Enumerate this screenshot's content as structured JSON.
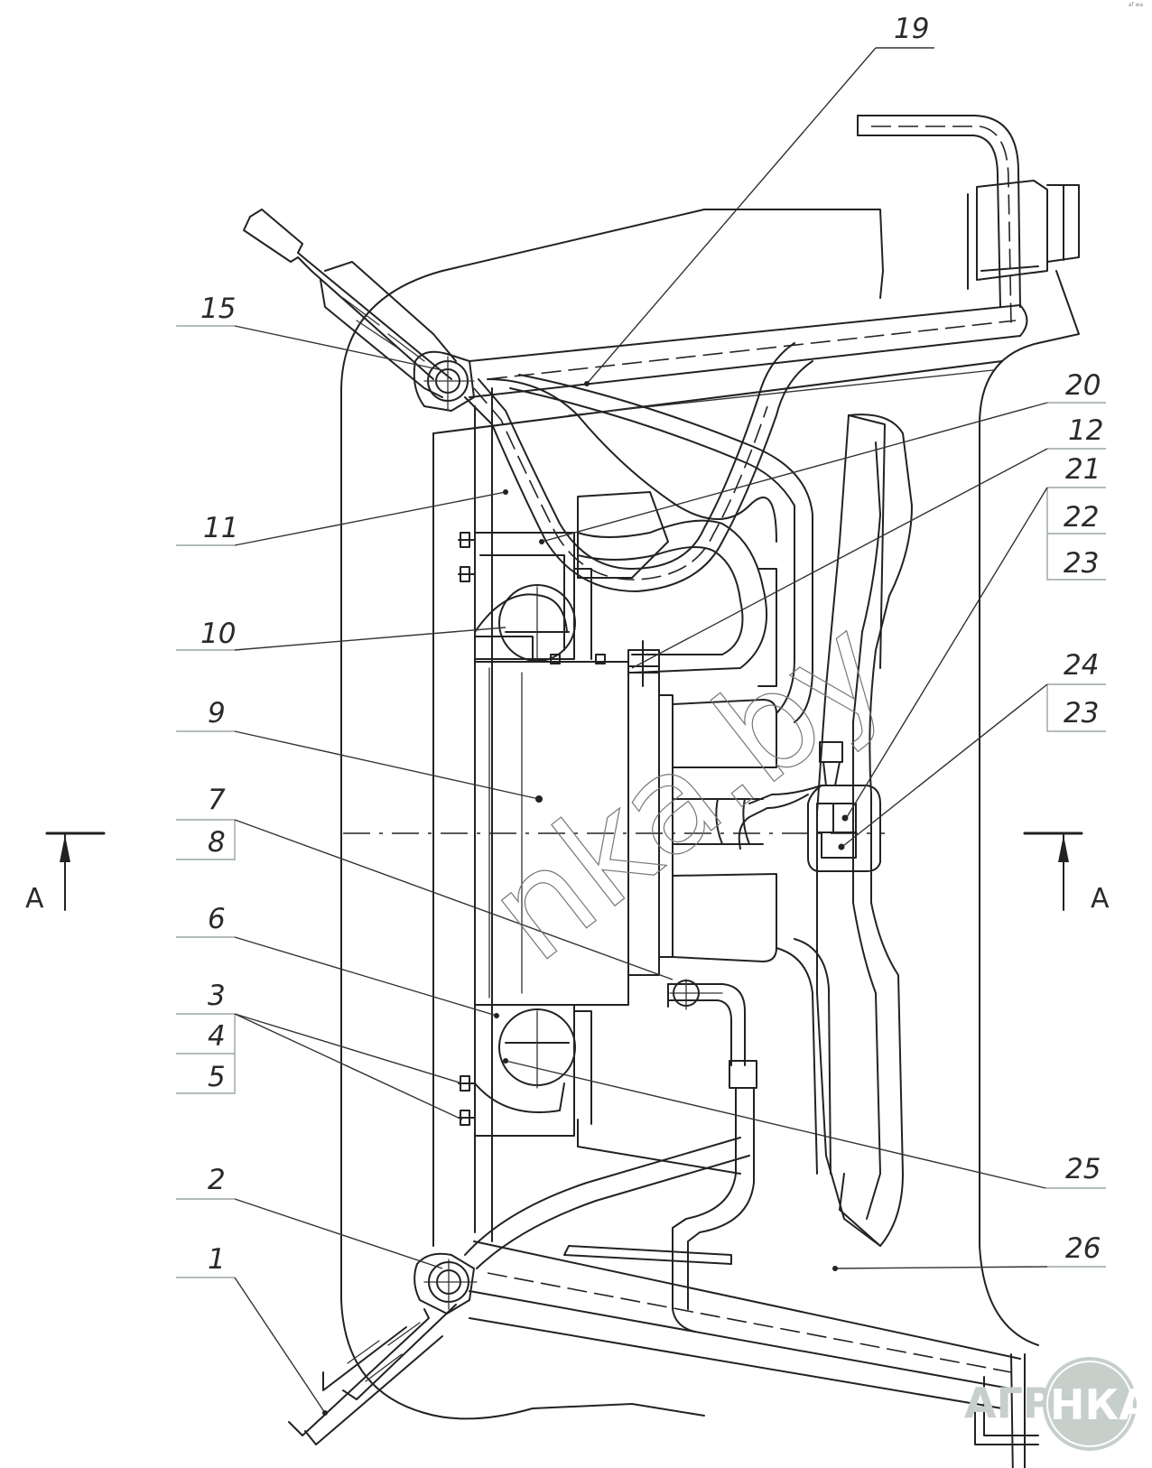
{
  "drawing": {
    "title": "Radiator and fan cooling unit assembly drawing",
    "section_marker": {
      "left_label": "A",
      "right_label": "A"
    },
    "callouts_left": [
      {
        "id": "15",
        "label": "15"
      },
      {
        "id": "11",
        "label": "11"
      },
      {
        "id": "10",
        "label": "10"
      },
      {
        "id": "9",
        "label": "9"
      },
      {
        "id": "7",
        "label": "7",
        "sub": "8"
      },
      {
        "id": "6",
        "label": "6"
      },
      {
        "id": "3",
        "label": "3",
        "sub": [
          "4",
          "5"
        ]
      },
      {
        "id": "2",
        "label": "2"
      },
      {
        "id": "1",
        "label": "1"
      }
    ],
    "callouts_right": [
      {
        "id": "19",
        "label": "19"
      },
      {
        "id": "20",
        "label": "20"
      },
      {
        "id": "12",
        "label": "12"
      },
      {
        "id": "21",
        "label": "21",
        "sub": [
          "22",
          "23"
        ]
      },
      {
        "id": "24",
        "label": "24",
        "sub": "23"
      },
      {
        "id": "25",
        "label": "25"
      },
      {
        "id": "26",
        "label": "26"
      }
    ],
    "labels": {
      "c1": "1",
      "c2": "2",
      "c3": "3",
      "c4": "4",
      "c5": "5",
      "c6": "6",
      "c7": "7",
      "c8": "8",
      "c9": "9",
      "c10": "10",
      "c11": "11",
      "c12": "12",
      "c15": "15",
      "c19": "19",
      "c20": "20",
      "c21": "21",
      "c22": "22",
      "c23a": "23",
      "c23b": "23",
      "c24": "24",
      "c25": "25",
      "c26": "26"
    },
    "watermark": "nka.by",
    "logo": {
      "left_text": "АГРО",
      "right_text": "НКА",
      "color": "#c6cfca"
    },
    "corner_mark": "af wa"
  }
}
